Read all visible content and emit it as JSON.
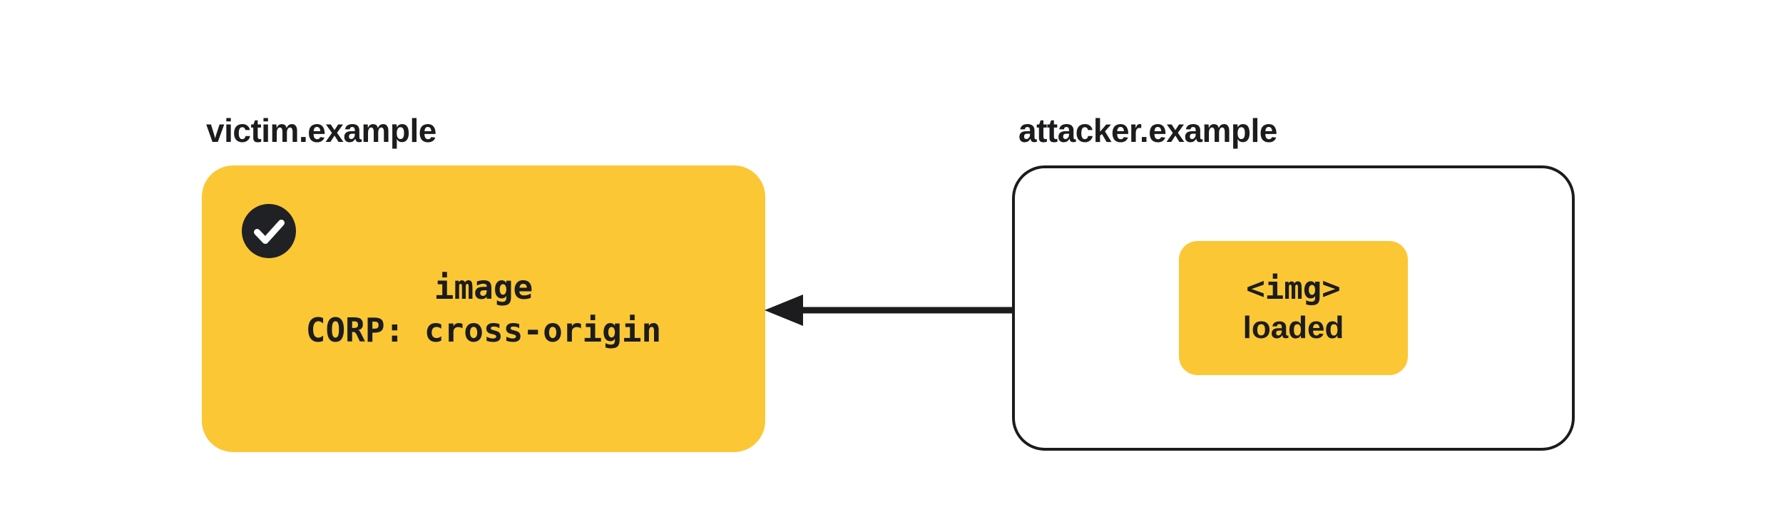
{
  "colors": {
    "background": "#FFFFFF",
    "box-yellow": "#FBC735",
    "ink": "#1C1C1E",
    "check-circle": "#202124",
    "check-mark": "#FFFFFF"
  },
  "icons": {
    "check-icon": "✓"
  },
  "victim": {
    "domain_label": "victim.example",
    "status_icon": "check-icon",
    "lines": {
      "resource": "image",
      "corp_header": "CORP: cross-origin"
    }
  },
  "attacker": {
    "domain_label": "attacker.example",
    "request_box": {
      "code": "<img>",
      "status": "loaded"
    }
  },
  "arrow": {
    "direction": "right-to-left"
  }
}
